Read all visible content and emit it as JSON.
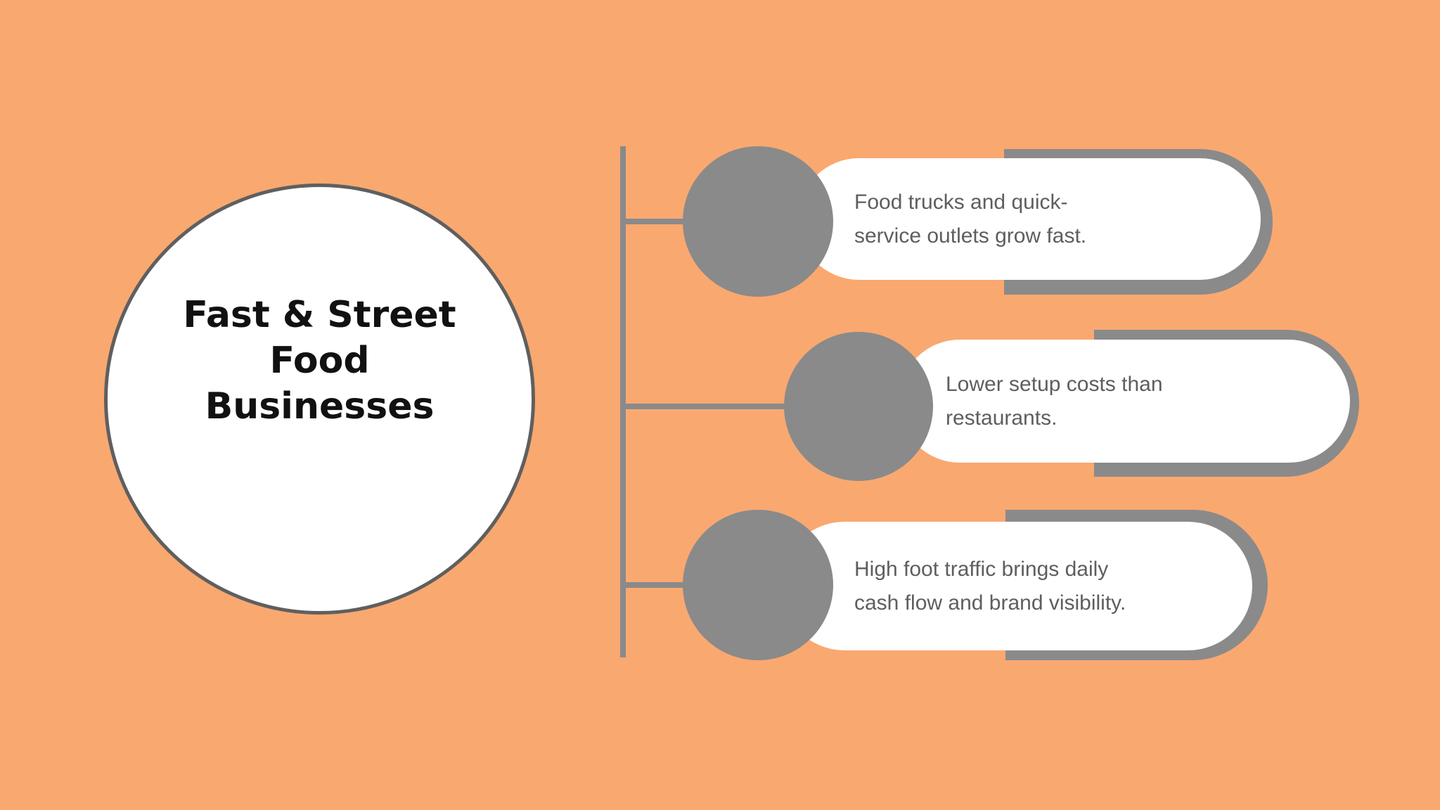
{
  "colors": {
    "background": "#F9A870",
    "gray_accent": "#8A8A8A",
    "circle_border": "#5F5F5F",
    "pill_text": "#5E5E5E",
    "title_text": "#111111",
    "pill_fill": "#FFFFFF"
  },
  "title": {
    "lines": [
      "Fast & Street",
      "Food",
      "Businesses"
    ]
  },
  "items": [
    {
      "lines": [
        "Food trucks and quick-",
        "service outlets grow fast."
      ]
    },
    {
      "lines": [
        "Lower setup costs than",
        "restaurants."
      ]
    },
    {
      "lines": [
        "High foot traffic brings daily",
        "cash flow and brand visibility."
      ]
    }
  ]
}
